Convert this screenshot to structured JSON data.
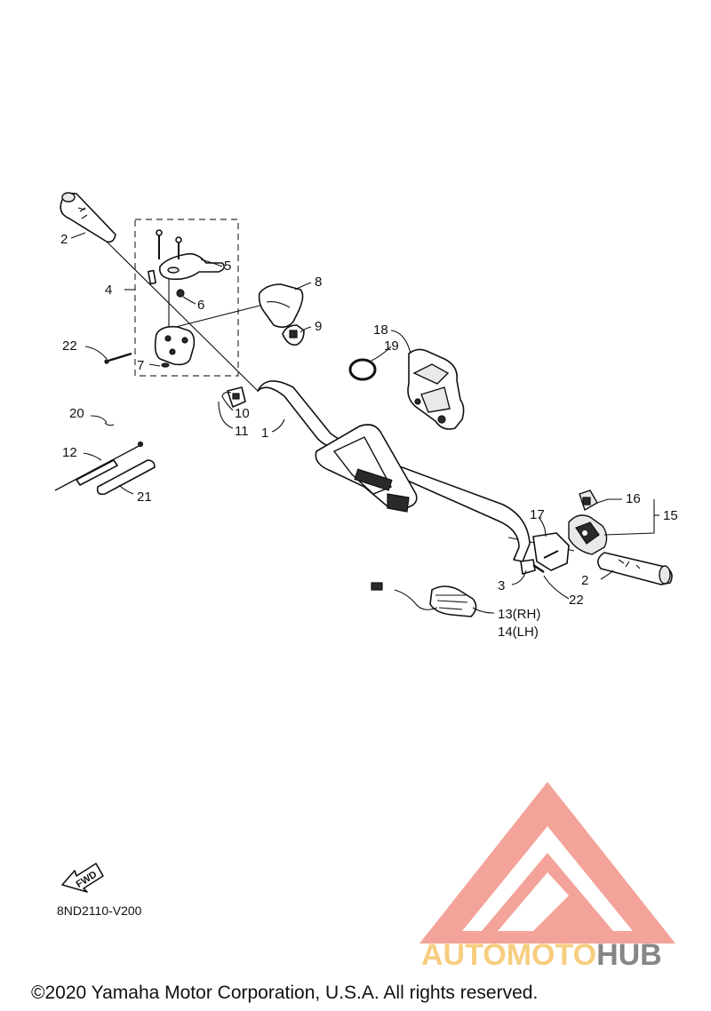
{
  "callouts": {
    "c1": "1",
    "c2a": "2",
    "c2b": "2",
    "c3": "3",
    "c4": "4",
    "c5": "5",
    "c6": "6",
    "c7": "7",
    "c8": "8",
    "c9": "9",
    "c10": "10",
    "c11": "11",
    "c12": "12",
    "c13": "13(RH)",
    "c14": "14(LH)",
    "c15": "15",
    "c16": "16",
    "c17": "17",
    "c18": "18",
    "c19": "19",
    "c20": "20",
    "c21": "21",
    "c22a": "22",
    "c22b": "22"
  },
  "fwd_label": "FWD",
  "diagram_code": "8ND2110-V200",
  "copyright": "©2020 Yamaha Motor Corporation, U.S.A. All rights reserved.",
  "watermark": {
    "text_part1": "AUTOMOTO",
    "text_part2": "HUB",
    "color_primary": "#f29a8e",
    "color_secondary": "#f7c873",
    "color_dark": "#7a7a7a"
  }
}
